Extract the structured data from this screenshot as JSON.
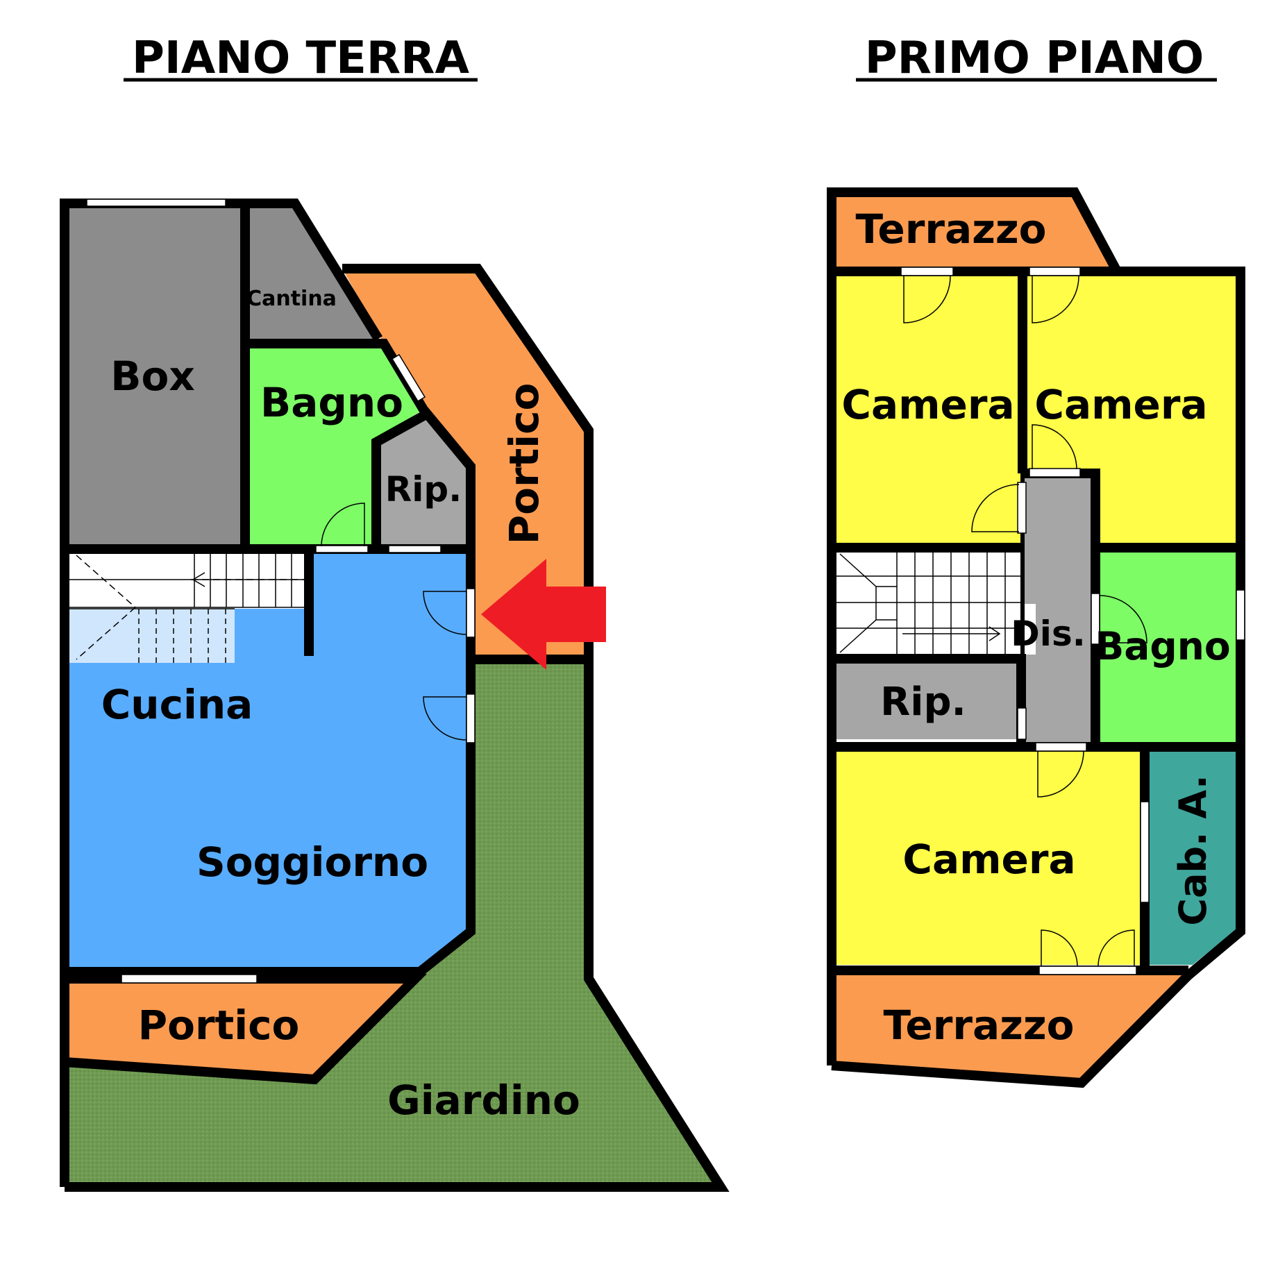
{
  "floors": {
    "ground": {
      "title": "PIANO TERRA",
      "rooms": {
        "box": "Box",
        "cantina": "Cantina",
        "bagno": "Bagno",
        "ripostiglio": "Rip.",
        "portico_side": "Portico",
        "cucina": "Cucina",
        "soggiorno": "Soggiorno",
        "portico_front": "Portico",
        "giardino": "Giardino"
      }
    },
    "first": {
      "title": "PRIMO PIANO",
      "rooms": {
        "terrazzo_top": "Terrazzo",
        "camera_1": "Camera",
        "camera_2": "Camera",
        "disimpegno": "Dis.",
        "bagno": "Bagno",
        "ripostiglio": "Rip.",
        "camera_3": "Camera",
        "cabina_armadio": "Cab. A.",
        "terrazzo_bottom": "Terrazzo"
      }
    }
  },
  "colors": {
    "grey": "#8c8c8c",
    "light_grey": "#a6a6a6",
    "orange": "#fb9b50",
    "green": "#7dfc66",
    "blue": "#58acfd",
    "garden": "#6f9a52",
    "yellow": "#fffd48",
    "teal": "#40a79d",
    "stairs_light": "#cfe6fd",
    "arrow": "#ee1c24"
  }
}
